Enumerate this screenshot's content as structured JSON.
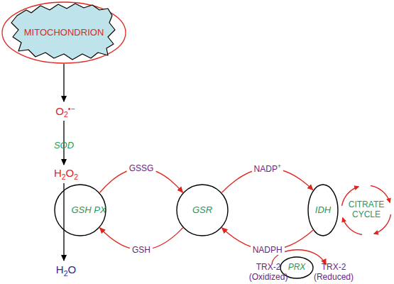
{
  "diagram": {
    "nodes": [
      {
        "text": [
          "MITOCHONDRION"
        ]
      },
      {
        "text": [
          "GSH PX"
        ]
      },
      {
        "text": [
          "GSR"
        ]
      },
      {
        "text": [
          "IDH"
        ]
      },
      {
        "text": [
          "CITRATE CYCLE"
        ]
      },
      {
        "text": [
          "PRX"
        ]
      }
    ],
    "edges": [
      {
        "from": 1,
        "to": 2,
        "label": "GSSG",
        "arrow": "to"
      },
      {
        "from": 2,
        "to": 1,
        "label": "GSH",
        "arrow": "to"
      },
      {
        "from": 2,
        "to": 3,
        "label": "NADP+",
        "arrow": "to"
      },
      {
        "from": 3,
        "to": 2,
        "label": "NADPH",
        "arrow": "to"
      }
    ],
    "labels": [
      "O2•−",
      "SOD",
      "H2O2",
      "H2O",
      "TRX-2 (Oxidized)",
      "TRX-2 (Reduced)"
    ]
  }
}
